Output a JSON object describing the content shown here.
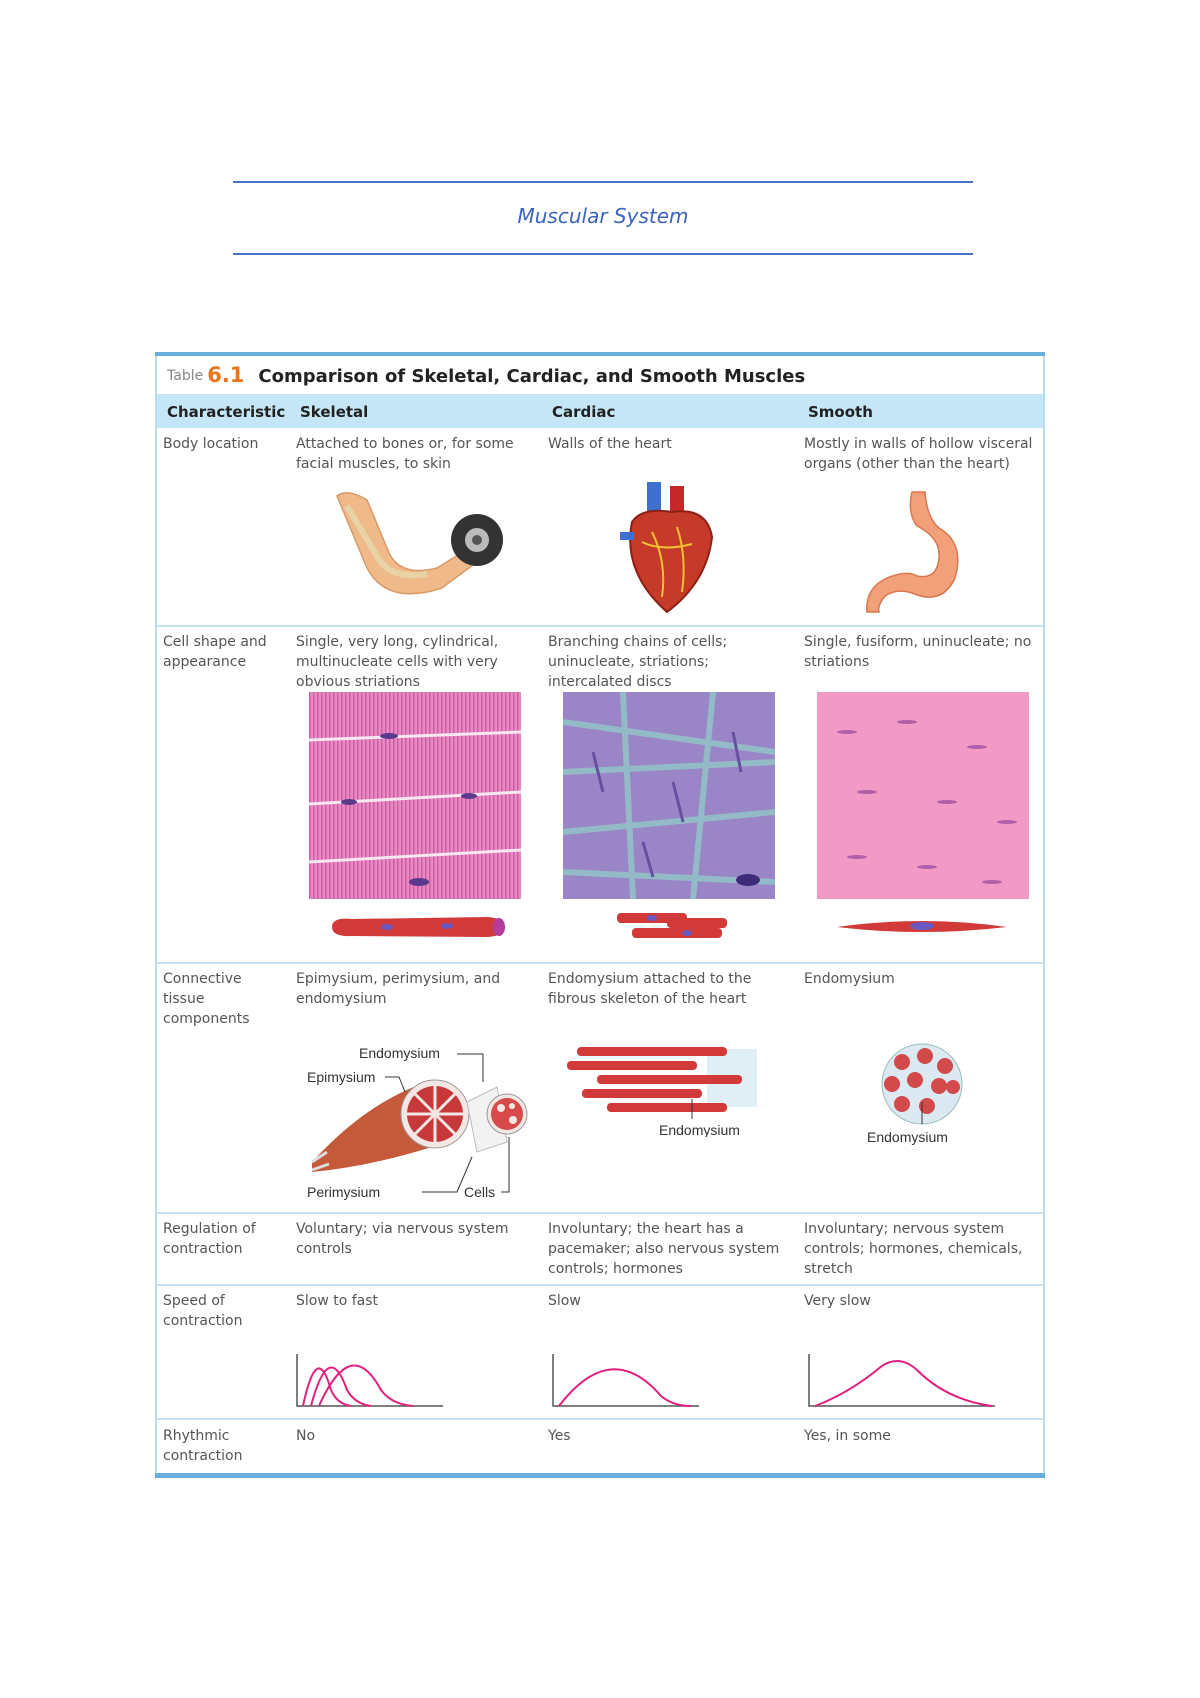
{
  "header": {
    "title": "Muscular System"
  },
  "table": {
    "label": "Table",
    "number": "6.1",
    "title": "Comparison of Skeletal, Cardiac, and Smooth Muscles",
    "columns": [
      "Characteristic",
      "Skeletal",
      "Cardiac",
      "Smooth"
    ],
    "rows": [
      {
        "name": "Body location",
        "skeletal": "Attached to bones or, for some facial muscles, to skin",
        "cardiac": "Walls of the heart",
        "smooth": "Mostly in walls of hollow visceral organs (other than the heart)"
      },
      {
        "name": "Cell shape and appearance",
        "skeletal": "Single, very long, cylindrical, multinucleate cells with very obvious striations",
        "cardiac": "Branching chains of cells; uninucleate, striations; intercalated discs",
        "smooth": "Single, fusiform, uninucleate; no striations"
      },
      {
        "name": "Connective tissue components",
        "skeletal": "Epimysium, perimysium, and endomysium",
        "cardiac": "Endomysium attached to the fibrous skeleton of the heart",
        "smooth": "Endomysium"
      },
      {
        "name": "Regulation of contraction",
        "skeletal": "Voluntary; via nervous system controls",
        "cardiac": "Involuntary; the heart has a pacemaker; also nervous system controls; hormones",
        "smooth": "Involuntary; nervous system controls; hormones, chemicals, stretch"
      },
      {
        "name": "Speed of contraction",
        "skeletal": "Slow to fast",
        "cardiac": "Slow",
        "smooth": "Very slow"
      },
      {
        "name": "Rhythmic contraction",
        "skeletal": "No",
        "cardiac": "Yes",
        "smooth": "Yes, in some"
      }
    ]
  },
  "figure_labels": {
    "endomysium": "Endomysium",
    "epimysium": "Epimysium",
    "perimysium": "Perimysium",
    "cells": "Cells"
  }
}
